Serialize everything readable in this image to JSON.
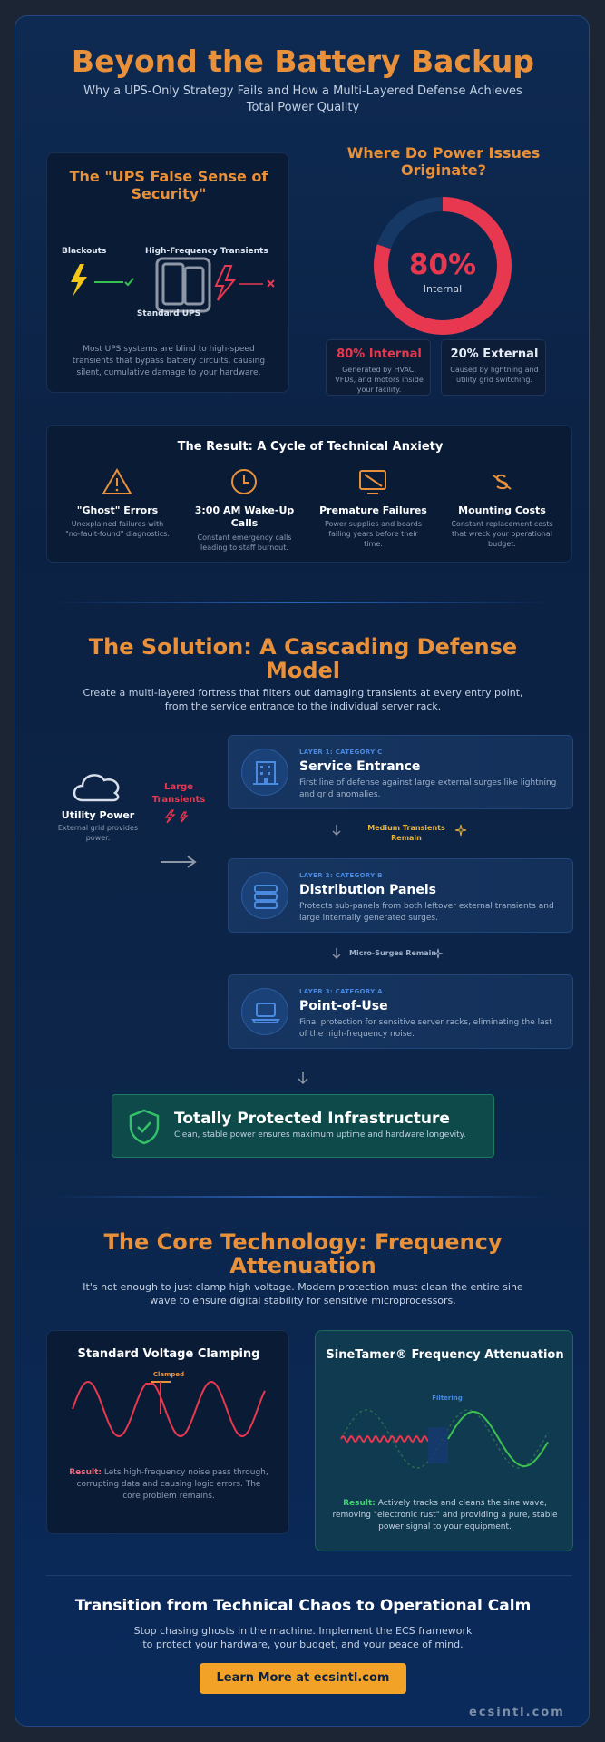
{
  "header": {
    "title": "Beyond the Battery Backup",
    "subtitle": "Why a UPS-Only Strategy Fails and How a Multi-Layered Defense Achieves Total Power Quality"
  },
  "false_security": {
    "title": "The \"UPS False Sense of Security\"",
    "blackouts_label": "Blackouts",
    "transients_label": "High-Frequency Transients",
    "ups_label": "Standard UPS",
    "description": "Most UPS systems are blind to high-speed transients that bypass battery circuits, causing silent, cumulative damage to your hardware."
  },
  "origins": {
    "title": "Where Do Power Issues Originate?",
    "donut_value": "80%",
    "donut_label": "Internal",
    "internal_percent": 80,
    "internal_title": "80% Internal",
    "internal_desc": "Generated by HVAC, VFDs, and motors inside your facility.",
    "external_title": "20% External",
    "external_desc": "Caused by lightning and utility grid switching.",
    "colors": {
      "internal": "#e8384f",
      "external": "#163864"
    }
  },
  "anxiety": {
    "title": "The Result: A Cycle of Technical Anxiety",
    "items": [
      {
        "title": "\"Ghost\" Errors",
        "desc": "Unexplained failures with \"no-fault-found\" diagnostics.",
        "icon": "warning-icon"
      },
      {
        "title": "3:00 AM Wake-Up Calls",
        "desc": "Constant emergency calls leading to staff burnout.",
        "icon": "clock-icon"
      },
      {
        "title": "Premature Failures",
        "desc": "Power supplies and boards failing years before their time.",
        "icon": "broken-device-icon"
      },
      {
        "title": "Mounting Costs",
        "desc": "Constant replacement costs that wreck your operational budget.",
        "icon": "money-off-icon"
      }
    ]
  },
  "solution": {
    "title": "The Solution: A Cascading Defense Model",
    "description": "Create a multi-layered fortress that filters out damaging transients at every entry point, from the service entrance to the individual server rack.",
    "utility_title": "Utility Power",
    "utility_desc": "External grid provides power.",
    "large_transients": "Large Transients",
    "layers": [
      {
        "category": "LAYER 1: CATEGORY C",
        "name": "Service Entrance",
        "desc": "First line of defense against large external surges like lightning and grid anomalies.",
        "icon": "building-icon"
      },
      {
        "category": "LAYER 2: CATEGORY B",
        "name": "Distribution Panels",
        "desc": "Protects sub-panels from both leftover external transients and large internally generated surges.",
        "icon": "panel-icon"
      },
      {
        "category": "LAYER 3: CATEGORY A",
        "name": "Point-of-Use",
        "desc": "Final protection for sensitive server racks, eliminating the last of the high-frequency noise.",
        "icon": "laptop-icon"
      }
    ],
    "medium_remain": "Medium Transients Remain",
    "micro_remain": "Micro-Surges Remain",
    "protected_title": "Totally Protected Infrastructure",
    "protected_desc": "Clean, stable power ensures maximum uptime and hardware longevity."
  },
  "core": {
    "title": "The Core Technology: Frequency Attenuation",
    "description": "It's not enough to just clamp high voltage. Modern protection must clean the entire sine wave to ensure digital stability for sensitive microprocessors.",
    "clamping_title": "Standard Voltage Clamping",
    "clamped_label": "Clamped",
    "clamping_result_label": "Result:",
    "clamping_result": "Lets high-frequency noise pass through, corrupting data and causing logic errors. The core problem remains.",
    "sinetamer_title": "SineTamer® Frequency Attenuation",
    "filtering_label": "Filtering",
    "sinetamer_result_label": "Result:",
    "sinetamer_result": "Actively tracks and cleans the sine wave, removing \"electronic rust\" and providing a pure, stable power signal to your equipment."
  },
  "footer": {
    "title": "Transition from Technical Chaos to Operational Calm",
    "description": "Stop chasing ghosts in the machine. Implement the ECS framework to protect your hardware, your budget, and your peace of mind.",
    "cta": "Learn More at ecsintl.com",
    "brand": "ecsintl.com"
  }
}
